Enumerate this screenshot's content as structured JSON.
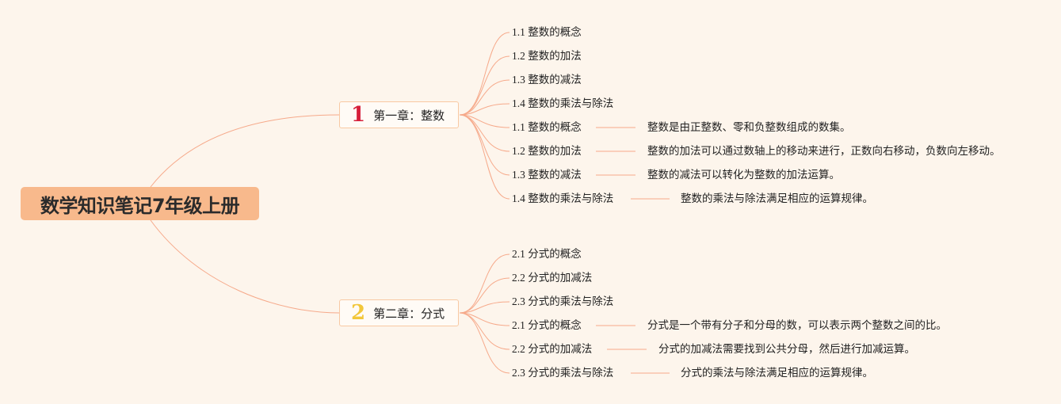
{
  "root": {
    "title": "数学知识笔记7年级上册"
  },
  "chapters": [
    {
      "number": "1",
      "title": "第一章：整数",
      "sections": [
        "1.1 整数的概念",
        "1.2 整数的加法",
        "1.3 整数的减法",
        "1.4 整数的乘法与除法"
      ],
      "details": [
        {
          "label": "1.1 整数的概念",
          "text": "整数是由正整数、零和负整数组成的数集。"
        },
        {
          "label": "1.2 整数的加法",
          "text": "整数的加法可以通过数轴上的移动来进行，正数向右移动，负数向左移动。"
        },
        {
          "label": "1.3 整数的减法",
          "text": "整数的减法可以转化为整数的加法运算。"
        },
        {
          "label": "1.4 整数的乘法与除法",
          "text": "整数的乘法与除法满足相应的运算规律。"
        }
      ]
    },
    {
      "number": "2",
      "title": "第二章：分式",
      "sections": [
        "2.1 分式的概念",
        "2.2 分式的加减法",
        "2.3 分式的乘法与除法"
      ],
      "details": [
        {
          "label": "2.1 分式的概念",
          "text": "分式是一个带有分子和分母的数，可以表示两个整数之间的比。"
        },
        {
          "label": "2.2 分式的加减法",
          "text": "分式的加减法需要找到公共分母，然后进行加减运算。"
        },
        {
          "label": "2.3 分式的乘法与除法",
          "text": "分式的乘法与除法满足相应的运算规律。"
        }
      ]
    }
  ],
  "colors": {
    "background": "#fdf5ec",
    "root_fill": "#f8b98c",
    "branch_line": "#f6a98a",
    "chapter1_number": "#d61f3a",
    "chapter2_number": "#f2c73a"
  }
}
